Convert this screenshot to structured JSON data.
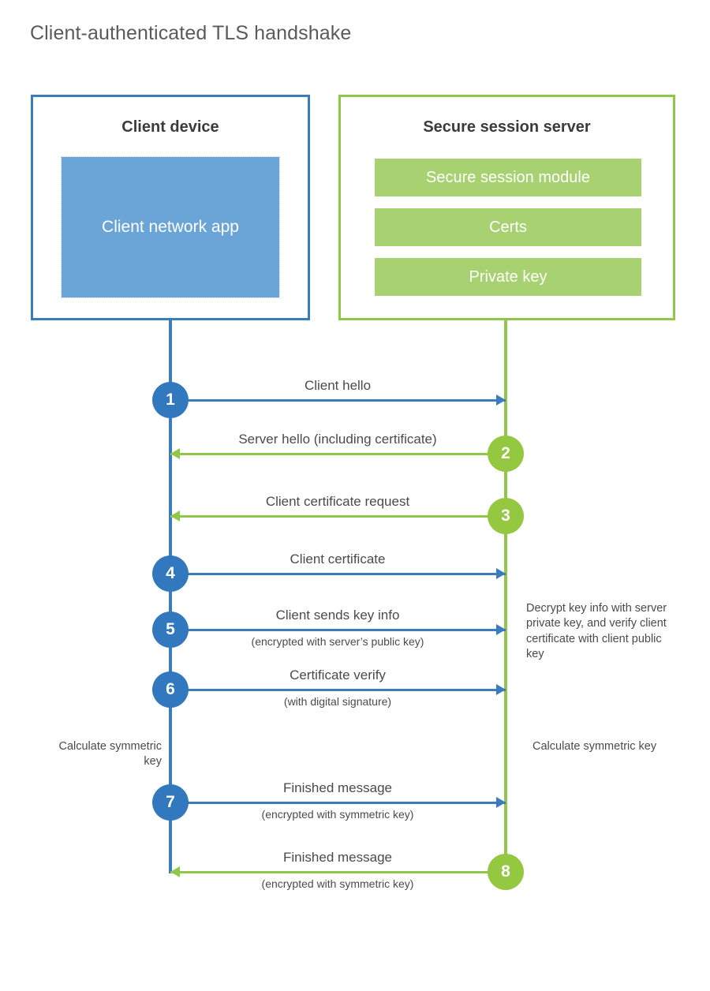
{
  "title": "Client-authenticated TLS handshake",
  "colors": {
    "client_blue": "#3a7cbd",
    "client_app_fill": "#6ba5d7",
    "server_green": "#90c74a",
    "server_bar_fill": "#a8d271",
    "step_blue": "#3178be",
    "step_green": "#93c840",
    "title_text": "#5a5a5a",
    "body_text": "#4a4a4a"
  },
  "client": {
    "title": "Client device",
    "app_label": "Client network app"
  },
  "server": {
    "title": "Secure session server",
    "bars": [
      {
        "label": "Secure session module"
      },
      {
        "label": "Certs"
      },
      {
        "label": "Private key"
      }
    ]
  },
  "steps": [
    {
      "number": "1",
      "label": "Client hello",
      "sublabel": "",
      "direction": "client-to-server",
      "color": "blue"
    },
    {
      "number": "2",
      "label": "Server hello (including certificate)",
      "sublabel": "",
      "direction": "server-to-client",
      "color": "green"
    },
    {
      "number": "3",
      "label": "Client certificate request",
      "sublabel": "",
      "direction": "server-to-client",
      "color": "green"
    },
    {
      "number": "4",
      "label": "Client certificate",
      "sublabel": "",
      "direction": "client-to-server",
      "color": "blue"
    },
    {
      "number": "5",
      "label": "Client sends key info",
      "sublabel": "(encrypted with server’s public key)",
      "direction": "client-to-server",
      "color": "blue"
    },
    {
      "number": "6",
      "label": "Certificate verify",
      "sublabel": "(with digital signature)",
      "direction": "client-to-server",
      "color": "blue"
    },
    {
      "number": "7",
      "label": "Finished message",
      "sublabel": "(encrypted with symmetric key)",
      "direction": "client-to-server",
      "color": "blue"
    },
    {
      "number": "8",
      "label": "Finished message",
      "sublabel": "(encrypted with symmetric key)",
      "direction": "server-to-client",
      "color": "green"
    }
  ],
  "notes": {
    "decrypt": "Decrypt key info with server private key, and verify client certificate with client public key",
    "calculate_client": "Calculate symmetric key",
    "calculate_server": "Calculate symmetric key"
  }
}
